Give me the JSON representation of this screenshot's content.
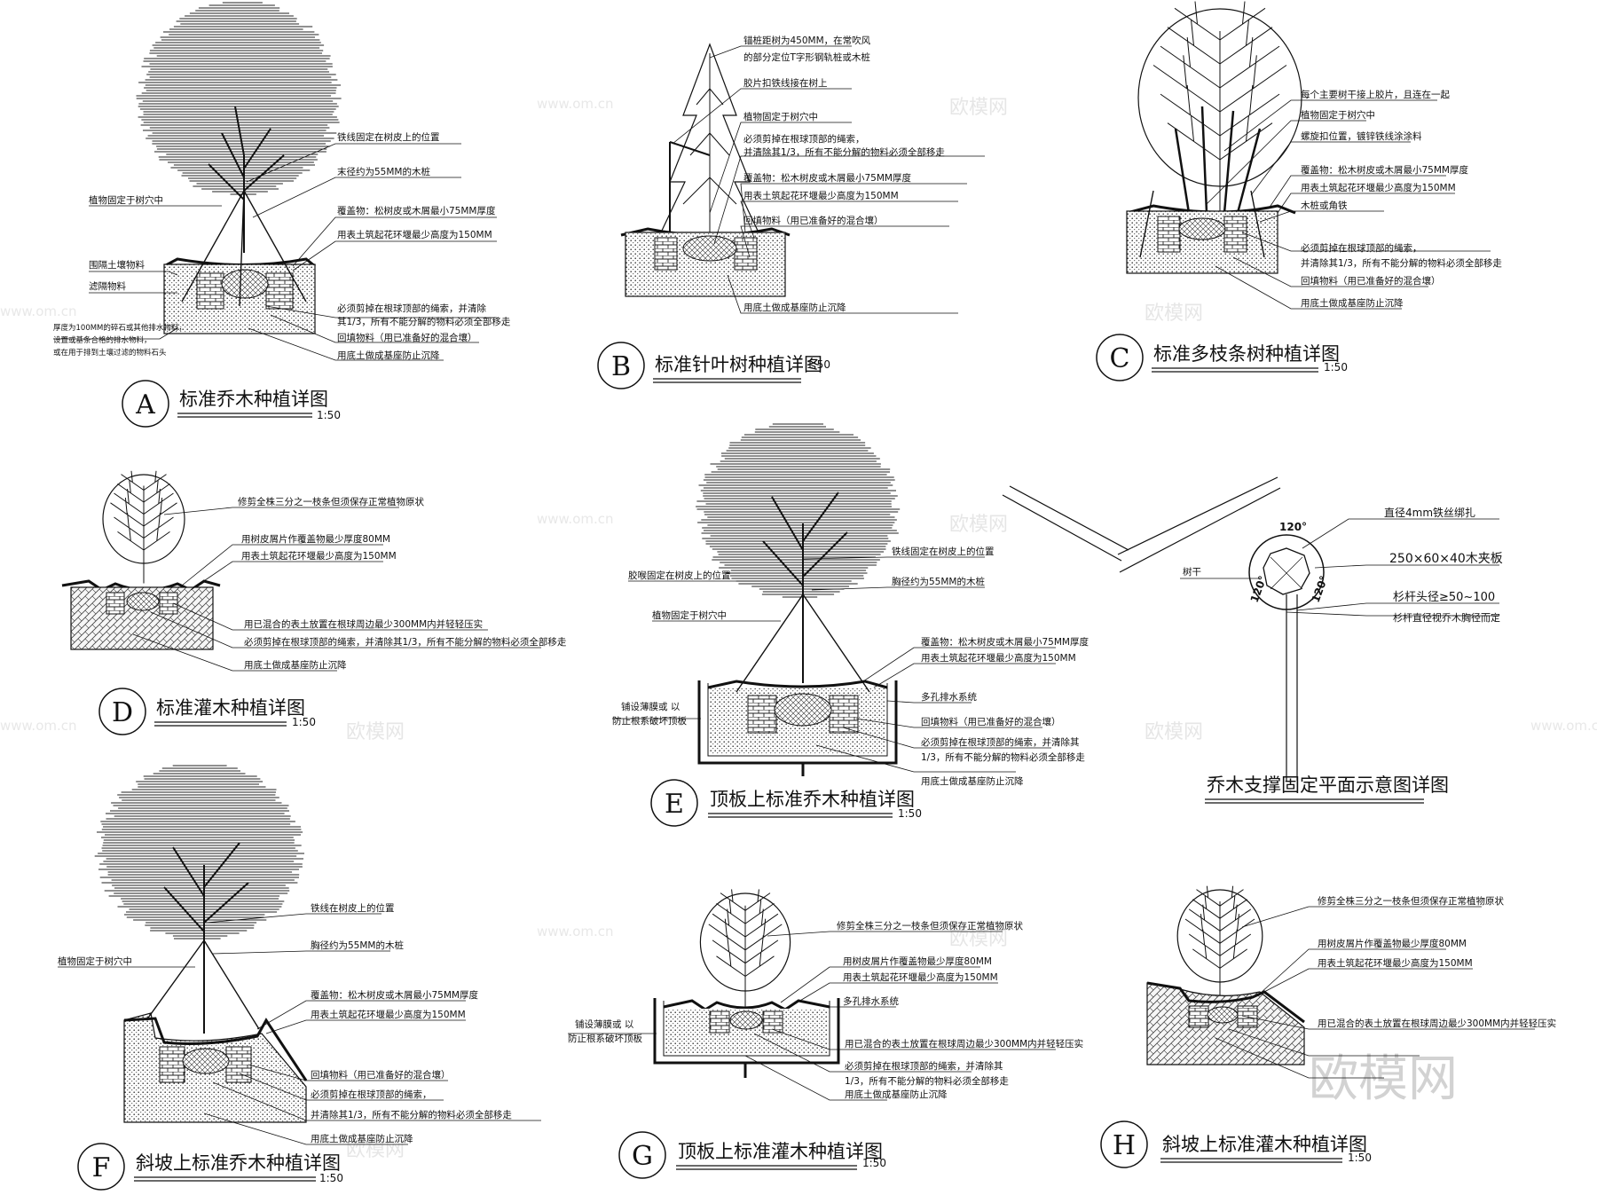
{
  "details": [
    {
      "id": "A",
      "letter": "A",
      "title": "标准乔木种植详图",
      "scale": "1:50",
      "notes": [
        "铁线固定在树皮上的位置",
        "末径约为55MM的木桩",
        "植物固定于树穴中",
        "覆盖物：松树皮或木屑最小75MM厚度",
        "用表土筑起花环堰最少高度为150MM",
        "围隔土壤物料",
        "滤隔物料",
        "必须剪掉在根球顶部的绳索，并清除",
        "其1/3，所有不能分解的物料必须全部移走",
        "回填物料（用已准备好的混合壤）",
        "用底土做成基座防止沉降",
        "厚度为100MM的碎石或其他排水物料，",
        "设置或基条合格的排水物料，",
        "或在用于排到土壤过滤的物料石头"
      ]
    },
    {
      "id": "B",
      "letter": "B",
      "title": "标准针叶树种植详图",
      "scale": "1:50",
      "notes": [
        "锚桩距树为450MM，在常吹风",
        "的部分定位T字形钢轨桩或木桩",
        "胶片扣铁线接在树上",
        "植物固定于树穴中",
        "必须剪掉在根球顶部的绳索，",
        "并清除其1/3，所有不能分解的物料必须全部移走",
        "覆盖物：松木树皮或木屑最小75MM厚度",
        "用表土筑起花环堰最少高度为150MM",
        "回填物料（用已准备好的混合壤）",
        "用底土做成基座防止沉降"
      ]
    },
    {
      "id": "C",
      "letter": "C",
      "title": "标准多枝条树种植详图",
      "scale": "1:50",
      "notes": [
        "每个主要树干接上胶片，且连在一起",
        "植物固定于树穴中",
        "螺旋扣位置，镀锌铁线涂涂料",
        "覆盖物：松木树皮或木屑最小75MM厚度",
        "用表土筑起花环堰最少高度为150MM",
        "木桩或角铁",
        "必须剪掉在根球顶部的绳索，",
        "并清除其1/3，所有不能分解的物料必须全部移走",
        "回填物料（用已准备好的混合壤）",
        "用底土做成基座防止沉降"
      ]
    },
    {
      "id": "D",
      "letter": "D",
      "title": "标准灌木种植详图",
      "scale": "1:50",
      "notes": [
        "修剪全株三分之一枝条但须保存正常植物原状",
        "用树皮屑片作覆盖物最少厚度80MM",
        "用表土筑起花环堰最少高度为150MM",
        "用已混合的表土放置在根球周边最少300MM内并轻轻压实",
        "必须剪掉在根球顶部的绳索，并清除其1/3，所有不能分解的物料必须全部移走",
        "用底土做成基座防止沉降"
      ]
    },
    {
      "id": "E",
      "letter": "E",
      "title": "顶板上标准乔木种植详图",
      "scale": "1:50",
      "notes": [
        "铁线固定在树皮上的位置",
        "胶喉固定在树皮上的位置",
        "胸径约为55MM的木桩",
        "植物固定于树穴中",
        "覆盖物：松木树皮或木屑最小75MM厚度",
        "用表土筑起花环堰最少高度为150MM",
        "多孔排水系统",
        "铺设薄膜或 以",
        "防止根系破坏顶板",
        "回填物料（用已准备好的混合壤）",
        "必须剪掉在根球顶部的绳索，并清除其",
        "1/3，所有不能分解的物料必须全部移走",
        "用底土做成基座防止沉降"
      ]
    },
    {
      "id": "P",
      "title": "乔木支撑固定平面示意图详图",
      "notes": [
        "直径4mm铁丝绑扎",
        "250×60×40木夹板",
        "杉杆头径≥50~100",
        "杉杆直径视乔木胸径而定",
        "树干"
      ],
      "angles": [
        "120°",
        "120°",
        "120°"
      ]
    },
    {
      "id": "F",
      "letter": "F",
      "title": "斜坡上标准乔木种植详图",
      "scale": "1:50",
      "notes": [
        "铁线在树皮上的位置",
        "植物固定于树穴中",
        "胸径约为55MM的木桩",
        "覆盖物：松木树皮或木屑最小75MM厚度",
        "用表土筑起花环堰最少高度为150MM",
        "回填物料（用已准备好的混合壤）",
        "必须剪掉在根球顶部的绳索，",
        "并清除其1/3，所有不能分解的物料必须全部移走",
        "用底土做成基座防止沉降"
      ]
    },
    {
      "id": "G",
      "letter": "G",
      "title": "顶板上标准灌木种植详图",
      "scale": "1:50",
      "notes": [
        "修剪全株三分之一枝条但须保存正常植物原状",
        "用树皮屑片作覆盖物最少厚度80MM",
        "用表土筑起花环堰最少高度为150MM",
        "多孔排水系统",
        "铺设薄膜或 以",
        "防止根系破坏顶板",
        "用已混合的表土放置在根球周边最少300MM内并轻轻压实",
        "必须剪掉在根球顶部的绳索，并清除其",
        "1/3，所有不能分解的物料必须全部移走",
        "用底土做成基座防止沉降"
      ]
    },
    {
      "id": "H",
      "letter": "H",
      "title": "斜坡上标准灌木种植详图",
      "scale": "1:50",
      "notes": [
        "修剪全株三分之一枝条但须保存正常植物原状",
        "用树皮屑片作覆盖物最少厚度80MM",
        "用表土筑起花环堰最少高度为150MM",
        "用已混合的表土放置在根球周边最少300MM内并轻轻压实"
      ]
    }
  ],
  "watermark": {
    "brand": "欧模网",
    "url": "www.om.cn"
  }
}
